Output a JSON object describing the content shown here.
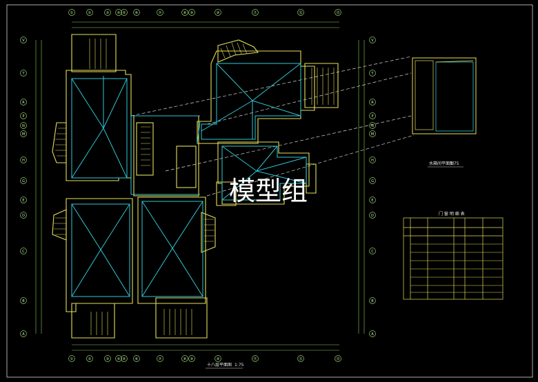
{
  "drawing": {
    "main_title": "十八层平面图",
    "main_scale": "1:75",
    "detail_title": "水箱间平面图",
    "detail_scale": "1:75",
    "table_title": "门 窗 明 细 表",
    "watermark": "模型组"
  },
  "axes": {
    "top": [
      "①",
      "②",
      "③",
      "④",
      "⑤",
      "⑥",
      "⑦",
      "⑧",
      "⑨",
      "⑩",
      "⑪",
      "⑫",
      "⑬"
    ],
    "left": [
      "V",
      "T",
      "R",
      "P",
      "N",
      "M",
      "H",
      "G",
      "E",
      "D",
      "C",
      "B",
      "A"
    ]
  },
  "colors": {
    "wall": "#e6e05a",
    "roof": "#2fc8d8",
    "dim": "#8fd25a",
    "frame": "#ffffff"
  }
}
